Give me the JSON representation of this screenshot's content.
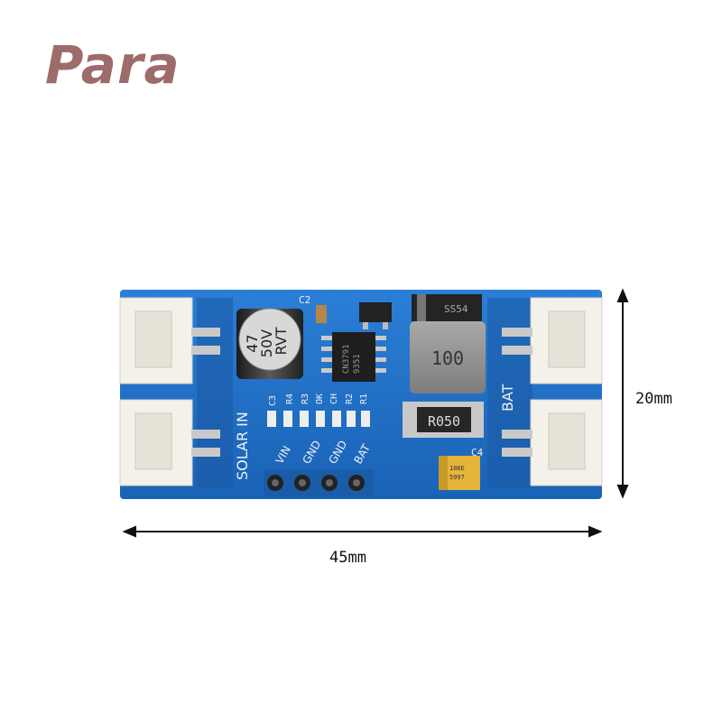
{
  "brand": {
    "logo_text": "Para"
  },
  "board": {
    "capacitor_text": [
      "47",
      "50V",
      "RVT"
    ],
    "inductor_text": "100",
    "resistor_text": "R050",
    "diode_text": "SS54",
    "ic_text": [
      "CN3791",
      "9351"
    ],
    "tantalum_text": [
      "106E",
      "5997"
    ],
    "silk_solar_in": "SOLAR IN",
    "silk_bat": "BAT",
    "silk_c2": "C2",
    "silk_c3": "C3",
    "silk_c4": "C4",
    "silk_r_labels": [
      "R4",
      "R3",
      "OK",
      "CH",
      "R2",
      "R1"
    ],
    "pin_labels": [
      "VIN",
      "GND",
      "GND",
      "BAT"
    ]
  },
  "dimensions": {
    "width_label": "45mm",
    "height_label": "20mm"
  },
  "colors": {
    "pcb": "#1f6fc4",
    "connector": "#f4f1ea",
    "logo": "#9e6b6b"
  }
}
